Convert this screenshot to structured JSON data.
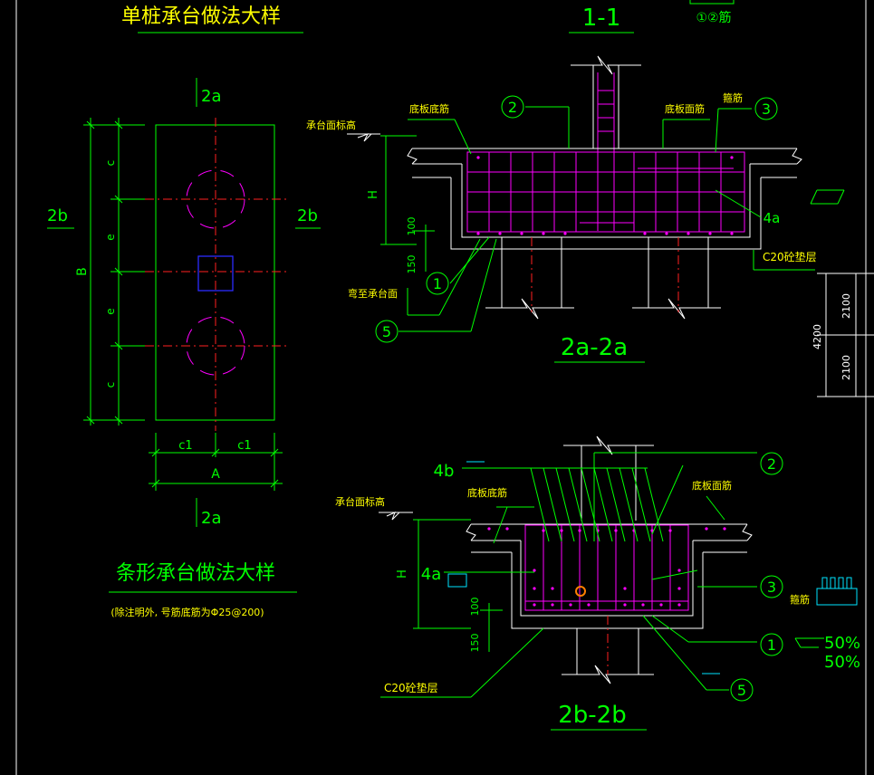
{
  "titles": {
    "single_pile": "单桩承台做法大样",
    "strip": "条形承台做法大样",
    "strip_note": "(除注明外, 号筋底筋为Φ25@200)"
  },
  "sections": {
    "s11": "1-1",
    "s2a2a": "2a-2a",
    "s2b2b": "2b-2b",
    "cut_2a": "2a",
    "cut_2b": "2b",
    "legend_box": "①②筋"
  },
  "plan_dims": {
    "B": "B",
    "A": "A",
    "c": "c",
    "e": "e",
    "c1": "c1"
  },
  "labels": {
    "bottom_bottom_rebar": "底板底筋",
    "bottom_top_rebar": "底板面筋",
    "stirrup": "箍筋",
    "cap_top_level": "承台面标高",
    "bent_to_cap_top": "弯至承台面",
    "c20_cushion": "C20砼垫层",
    "H": "H",
    "d100": "100",
    "d150": "150"
  },
  "callouts": {
    "n1": "1",
    "n2": "2",
    "n3": "3",
    "n4a": "4a",
    "n4b": "4b",
    "n5": "5"
  },
  "right_dims": {
    "total": "4200",
    "upper": "2100",
    "lower": "2100"
  },
  "pct": {
    "p1": "50%",
    "p2": "50%"
  },
  "colors": {
    "background": "#000000",
    "line": "#00ff00",
    "rebar": "#ff00ff",
    "title": "#ffff00",
    "axis": "#ff2020",
    "column": "#2b2bff"
  }
}
